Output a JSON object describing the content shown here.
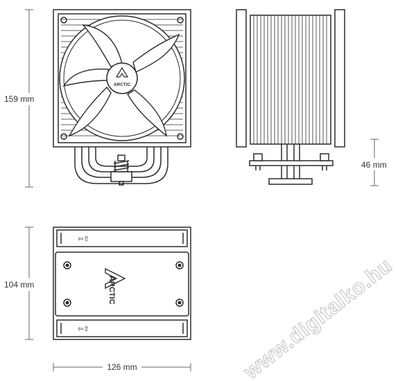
{
  "dimensions": {
    "height_label": "159 mm",
    "side_height_label": "46 mm",
    "depth_label": "104 mm",
    "width_label": "126 mm"
  },
  "brand": {
    "fan_hub_logo": "ARCTIC",
    "base_plate_logo": "ARCTIC"
  },
  "airflow_markers": [
    "⇦⇧",
    "⇦⇧"
  ],
  "watermark": "www.digitalko.hu",
  "colors": {
    "line": "#2a2a2a",
    "dimension_line": "#666666",
    "watermark_stroke": "#c8c8c8"
  }
}
